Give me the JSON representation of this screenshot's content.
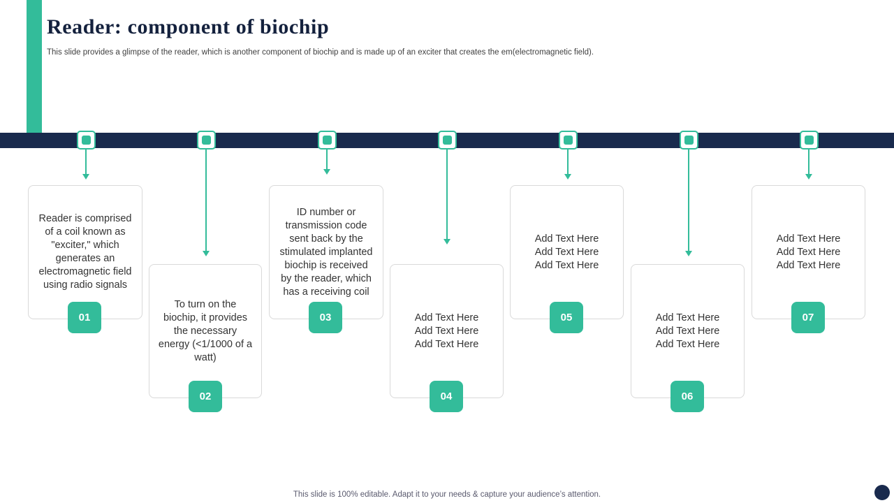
{
  "slide": {
    "title": "Reader: component of biochip",
    "subtitle": "This slide provides a glimpse of the reader, which is another component of biochip and is made up of an exciter that creates the em(electromagnetic field).",
    "footer": "This slide is 100% editable. Adapt it to your needs & capture your audience’s attention.",
    "colors": {
      "accent": "#33bc9a",
      "band": "#192a4d",
      "title": "#14213d",
      "card_border": "#d9d9d9"
    }
  },
  "steps": [
    {
      "number": "01",
      "text": "Reader is comprised of a coil known as \"exciter,\" which generates an electromagnetic field using radio signals"
    },
    {
      "number": "02",
      "text": "To turn on the biochip, it provides the necessary energy (<1/1000 of a watt)"
    },
    {
      "number": "03",
      "text": "ID number or transmission code sent back by the stimulated implanted biochip is received by the reader, which has a receiving coil"
    },
    {
      "number": "04",
      "text": "Add Text Here\nAdd Text Here\nAdd Text Here"
    },
    {
      "number": "05",
      "text": "Add Text Here\nAdd Text Here\nAdd Text Here"
    },
    {
      "number": "06",
      "text": "Add Text Here\nAdd Text Here\nAdd Text Here"
    },
    {
      "number": "07",
      "text": "Add Text Here\nAdd Text Here\nAdd Text Here"
    }
  ]
}
